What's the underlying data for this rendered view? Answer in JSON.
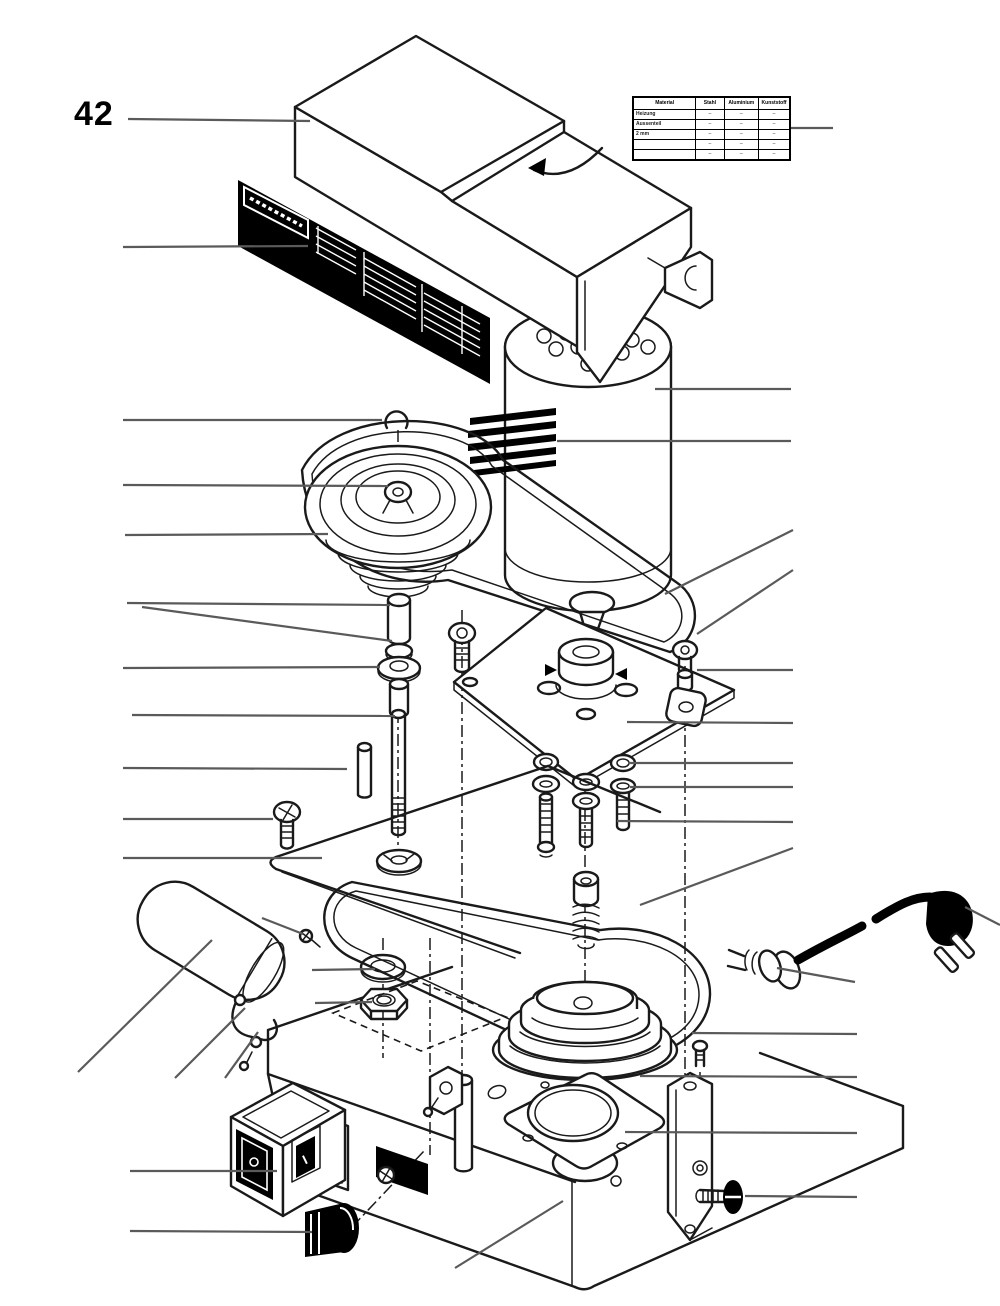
{
  "figure": {
    "callout_number": "42"
  },
  "materials_table": {
    "headers": [
      "Material",
      "Stahl",
      "Aluminium",
      "Kunststoff"
    ],
    "rows": [
      {
        "label": "Heizung",
        "cells": [
          "–",
          "–",
          "–"
        ]
      },
      {
        "label": "Aussenteil",
        "cells": [
          "–",
          "–",
          "–"
        ]
      },
      {
        "label": "2 mm",
        "cells": [
          "–",
          "–",
          "–"
        ]
      },
      {
        "label": "",
        "cells": [
          "–",
          "–",
          "–"
        ]
      },
      {
        "label": "",
        "cells": [
          "–",
          "–",
          "–"
        ]
      }
    ]
  },
  "power_inlet": {
    "switch_marking": "I"
  },
  "colors": {
    "line": "#1a1a1a",
    "leader": "#5a5a5a",
    "label_background": "#000000",
    "background": "#ffffff"
  }
}
